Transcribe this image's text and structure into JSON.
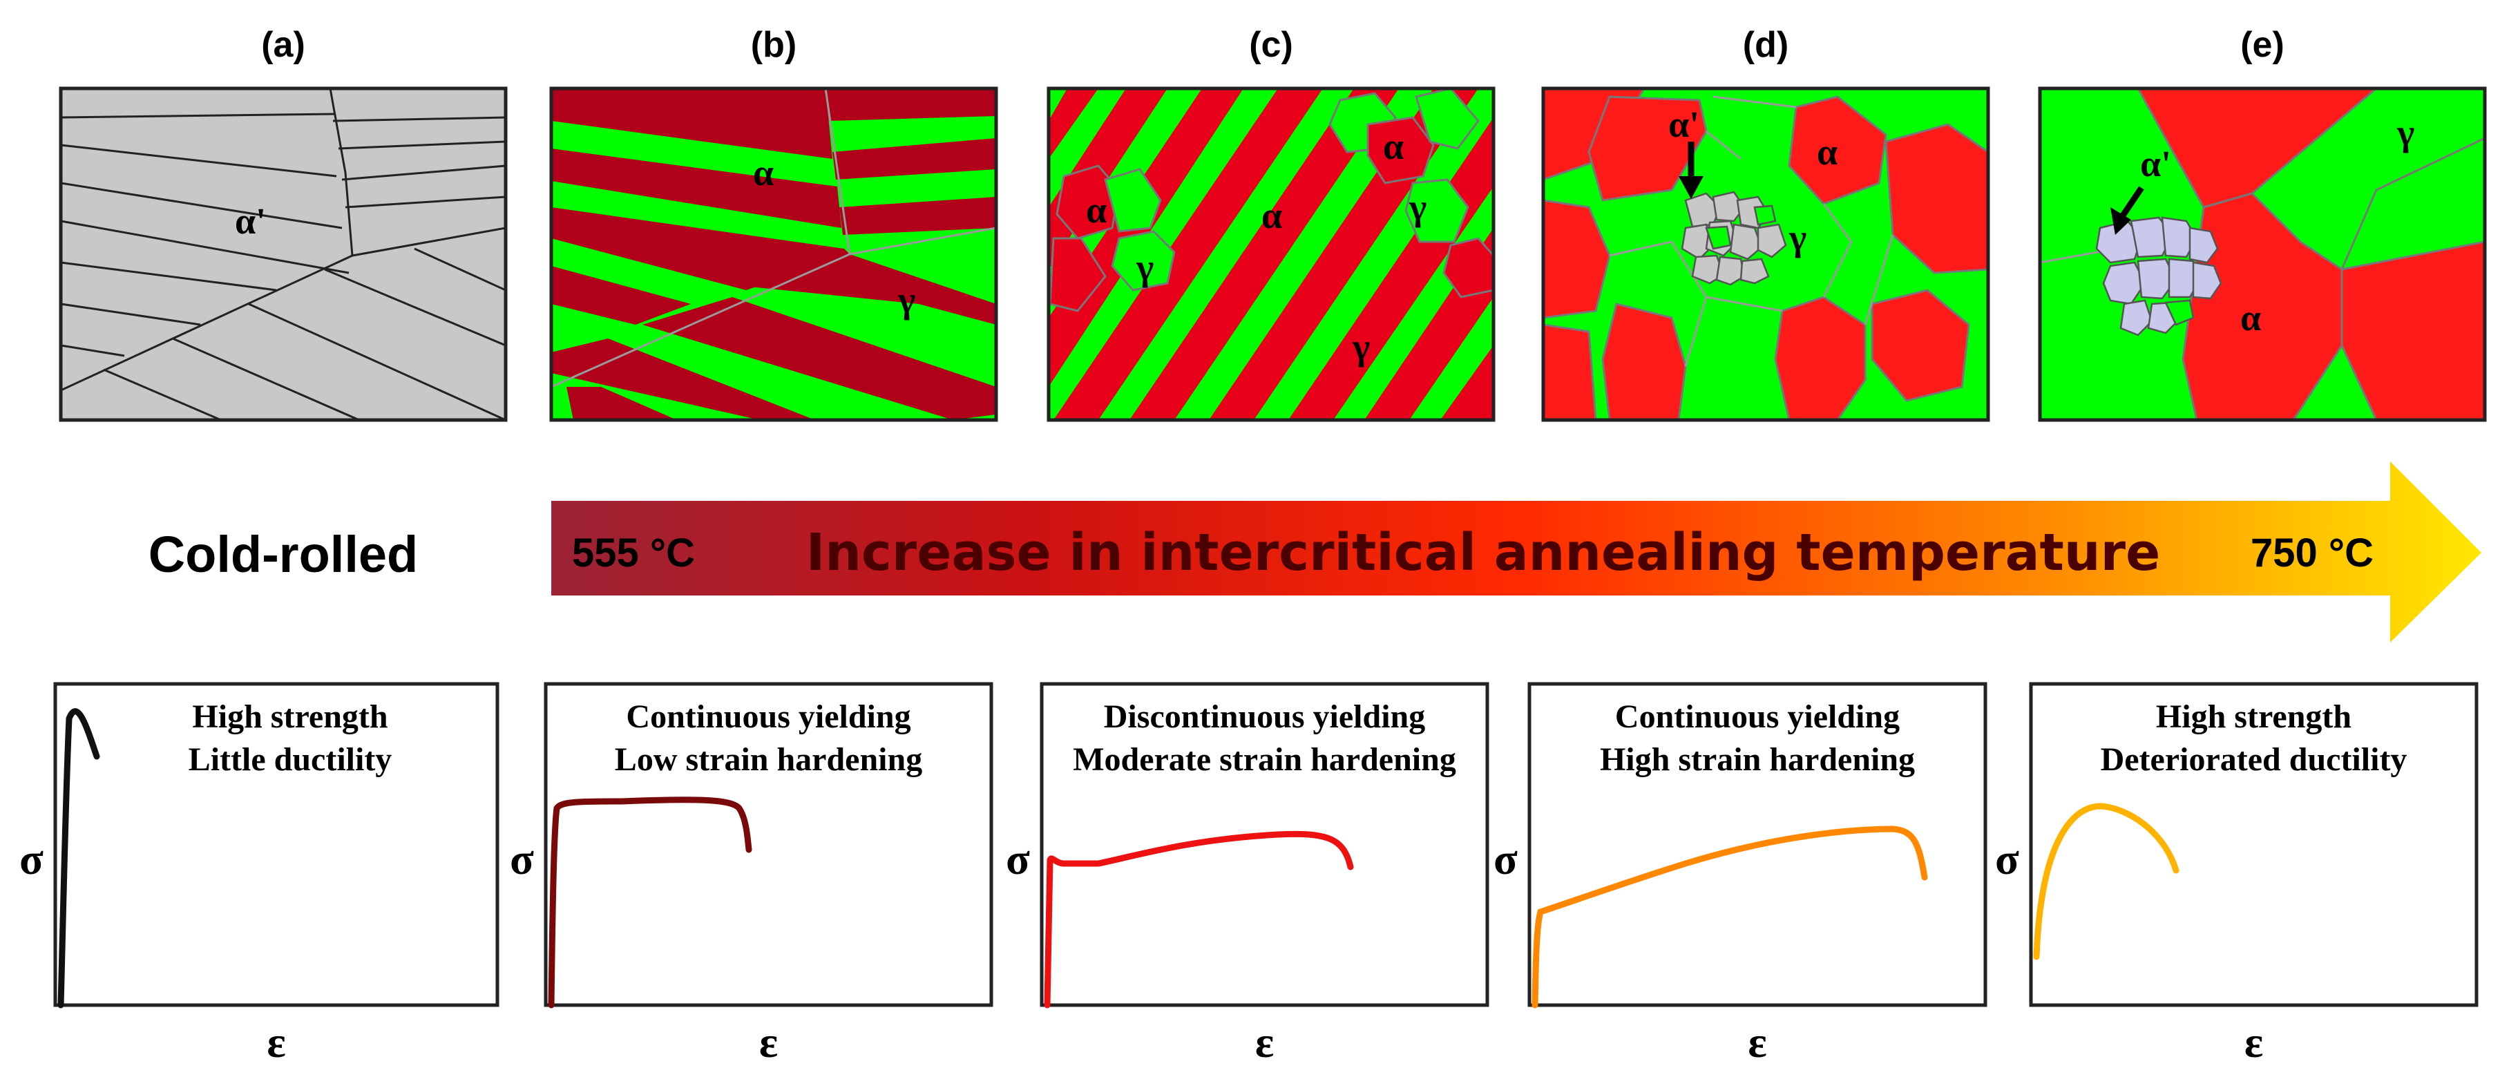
{
  "panels": [
    {
      "label": "(a)",
      "phases": [
        {
          "symbol": "α'"
        }
      ]
    },
    {
      "label": "(b)",
      "phases": [
        {
          "symbol": "α"
        },
        {
          "symbol": "γ"
        }
      ]
    },
    {
      "label": "(c)",
      "phases": [
        {
          "symbol": "α"
        },
        {
          "symbol": "α"
        },
        {
          "symbol": "α"
        },
        {
          "symbol": "γ"
        },
        {
          "symbol": "γ"
        },
        {
          "symbol": "γ"
        }
      ]
    },
    {
      "label": "(d)",
      "phases": [
        {
          "symbol": "α'"
        },
        {
          "symbol": "α"
        },
        {
          "symbol": "γ"
        }
      ]
    },
    {
      "label": "(e)",
      "phases": [
        {
          "symbol": "α'"
        },
        {
          "symbol": "γ"
        },
        {
          "symbol": "α"
        }
      ]
    }
  ],
  "cold_rolled_label": "Cold-rolled",
  "arrow": {
    "start_temp": "555 °C",
    "end_temp": "750 °C",
    "text": "Increase in intercritical annealing temperature",
    "gradient_colors": [
      "#9b2335",
      "#cc1212",
      "#ff2a00",
      "#ff8c00",
      "#ffe800"
    ]
  },
  "colors": {
    "ferrite_alpha": "#ff1a1a",
    "ferrite_alpha_dark": "#b0001a",
    "austenite_gamma": "#00ff00",
    "martensite_new": "#c8c8e8",
    "cold_rolled_grey": "#c8c8c8"
  },
  "curves": [
    {
      "caption_line1": "High strength",
      "caption_line2": "Little ductility",
      "y_label": "σ",
      "x_label": "ε",
      "color": "#111111"
    },
    {
      "caption_line1": "Continuous yielding",
      "caption_line2": "Low strain hardening",
      "y_label": "σ",
      "x_label": "ε",
      "color": "#7a0a0a"
    },
    {
      "caption_line1": "Discontinuous yielding",
      "caption_line2": "Moderate strain hardening",
      "y_label": "σ",
      "x_label": "ε",
      "color": "#ee1111"
    },
    {
      "caption_line1": "Continuous yielding",
      "caption_line2": "High strain hardening",
      "y_label": "σ",
      "x_label": "ε",
      "color": "#ff8800"
    },
    {
      "caption_line1": "High strength",
      "caption_line2": "Deteriorated ductility",
      "y_label": "σ",
      "x_label": "ε",
      "color": "#ffb300"
    }
  ]
}
